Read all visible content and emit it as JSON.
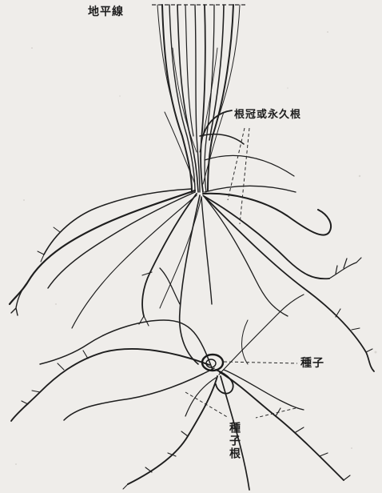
{
  "diagram": {
    "labels": {
      "ground_line": "地平線",
      "crown_roots": "根冠或永久根",
      "seed": "種子",
      "seed_roots": "種子根"
    }
  },
  "colors": {
    "paper": "#efedea",
    "ink": "#1e1e1e"
  }
}
